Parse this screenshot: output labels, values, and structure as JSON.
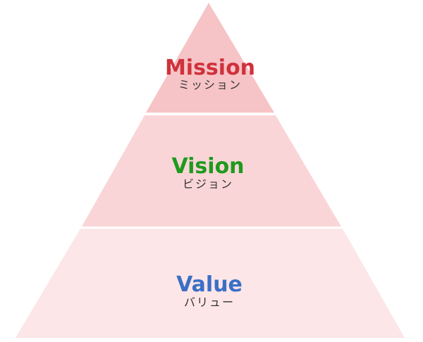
{
  "tiers": [
    {
      "title": "Mission",
      "subtitle": "ミッション",
      "title_color": "#d0313b",
      "fill_color": "#f6c4c6"
    },
    {
      "title": "Vision",
      "subtitle": "ビジョン",
      "title_color": "#1e9a1e",
      "fill_color": "#fad5d7"
    },
    {
      "title": "Value",
      "subtitle": "バリュー",
      "title_color": "#3a6fc6",
      "fill_color": "#fde6e7"
    }
  ]
}
